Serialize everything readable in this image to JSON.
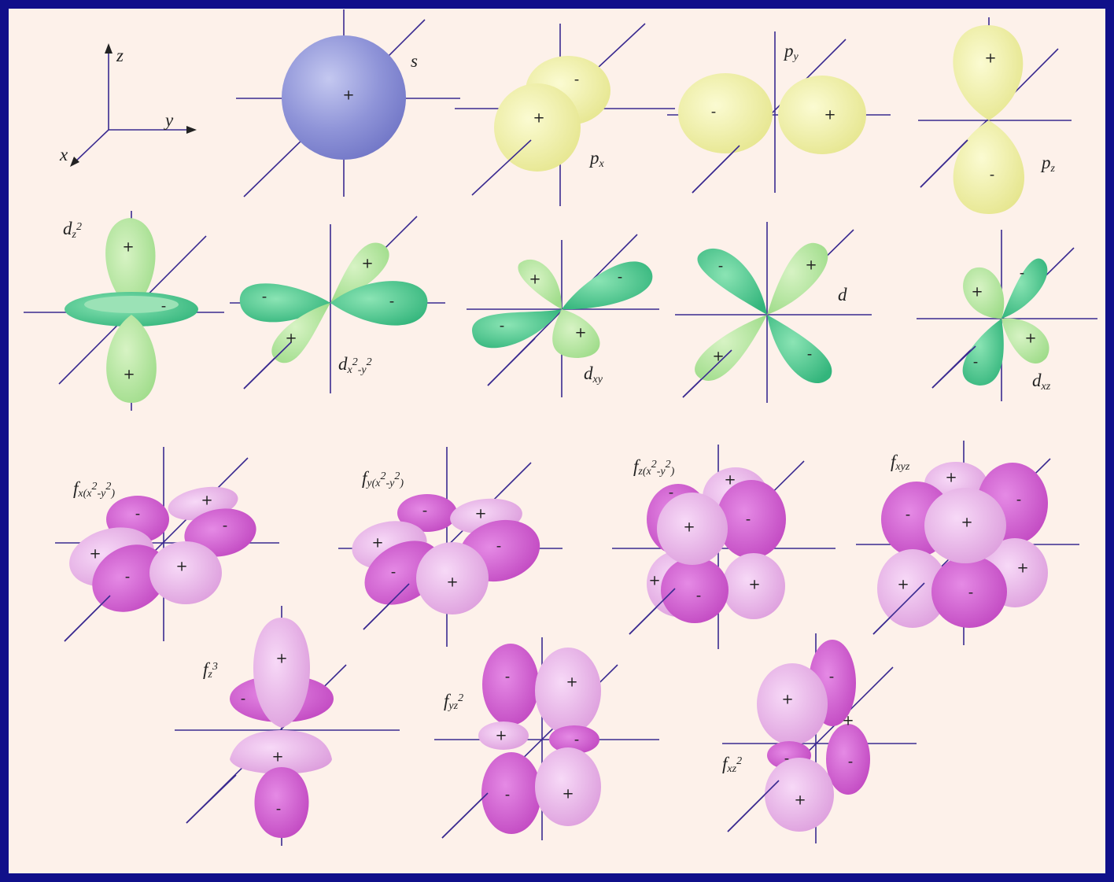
{
  "colors": {
    "background": "#10108a",
    "panel": "#fdf1ea",
    "axis": "#3a2a90",
    "s": "#8f94d8",
    "p": "#f0f0a2",
    "d_light": "#bde9a6",
    "d_dark": "#52cc95",
    "f_light": "#ecb4ec",
    "f_dark": "#d565d5"
  },
  "frame": {
    "z": "z",
    "y": "y",
    "x": "x"
  },
  "labels": {
    "s": "s",
    "px": "p",
    "px_sub": "x",
    "py": "p",
    "py_sub": "y",
    "pz": "p",
    "pz_sub": "z",
    "dz2": "d",
    "dz2_sub": "z",
    "dz2_sup": "2",
    "dx2y2": "d",
    "dx2y2_sub_a": "x",
    "dx2y2_sup_a": "2",
    "dx2y2_sub_b": "-y",
    "dx2y2_sup_b": "2",
    "dxy": "d",
    "dxy_sub": "xy",
    "d": "d",
    "dxz": "d",
    "dxz_sub": "xz",
    "fx": "f",
    "fx_sub": "x",
    "fx_paren": "(x",
    "fx_sup_a": "2",
    "fx_mid": "-y",
    "fx_sup_b": "2",
    "fx_close": ")",
    "fy": "f",
    "fy_sub": "y",
    "fy_paren": "(x",
    "fy_sup_a": "2",
    "fy_mid": "-y",
    "fy_sup_b": "2",
    "fy_close": ")",
    "fz": "f",
    "fz_sub": "z",
    "fz_paren": "(x",
    "fz_sup_a": "2",
    "fz_mid": "-y",
    "fz_sup_b": "2",
    "fz_close": ")",
    "fxyz": "f",
    "fxyz_sub": "xyz",
    "fz3": "f",
    "fz3_sub": "z",
    "fz3_sup": "3",
    "fyz2": "f",
    "fyz2_sub": "yz",
    "fyz2_sup": "2",
    "fxz2": "f",
    "fxz2_sub": "xz",
    "fxz2_sup": "2"
  },
  "signs": {
    "plus": "+",
    "minus": "-"
  }
}
